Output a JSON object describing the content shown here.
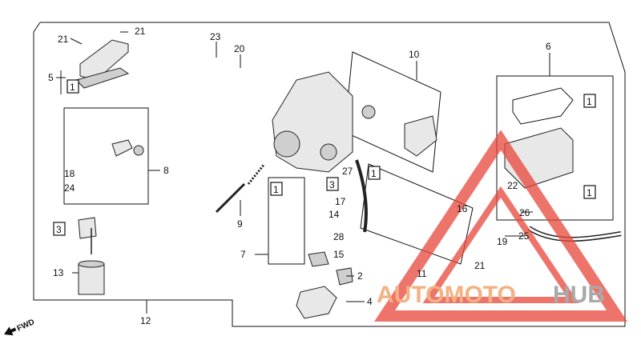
{
  "callouts": {
    "c21a": "21",
    "c21b": "21",
    "c5": "5",
    "c1a": "1",
    "c23": "23",
    "c20": "20",
    "c10": "10",
    "c6": "6",
    "c1b": "1",
    "c8": "8",
    "c18": "18",
    "c24": "24",
    "c27": "27",
    "c3a": "3",
    "c1c": "1",
    "c17": "17",
    "c14": "14",
    "c9": "9",
    "c7": "7",
    "c1d": "1",
    "c28": "28",
    "c15": "15",
    "c2": "2",
    "c4": "4",
    "c3b": "3",
    "c13": "13",
    "c12": "12",
    "c11": "11",
    "c16": "16",
    "c22": "22",
    "c1e": "1",
    "c26": "26",
    "c19": "19",
    "c25": "25",
    "c21c": "21"
  },
  "fwd_label": "FWD",
  "watermark": {
    "part1": "AUTOMOTO",
    "part2": "HUB",
    "color_main": "#f4b183",
    "color_accent": "#a9a9a9",
    "triangle_color": "#e8463a"
  }
}
